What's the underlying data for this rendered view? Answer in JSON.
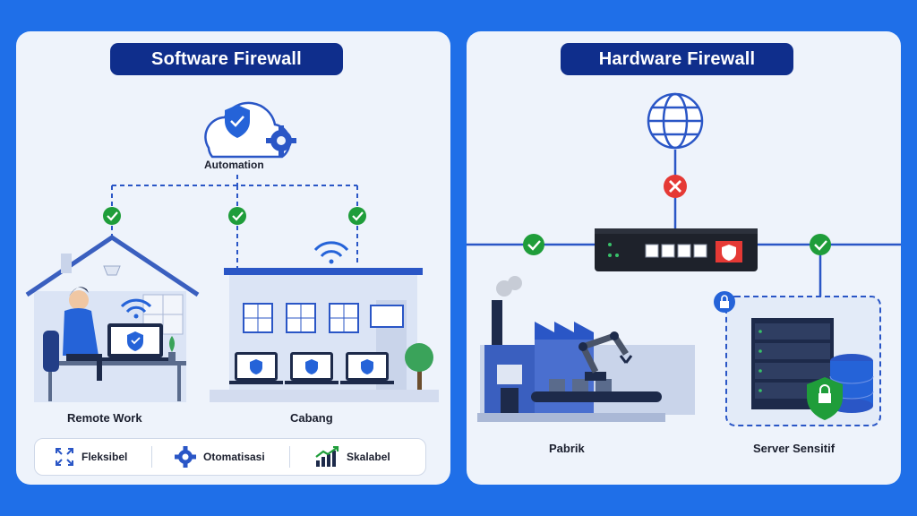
{
  "software": {
    "title": "Software Firewall",
    "automation_label": "Automation",
    "remote_label": "Remote Work",
    "branch_label": "Cabang",
    "features": [
      {
        "icon": "expand-arrows-icon",
        "label": "Fleksibel"
      },
      {
        "icon": "gear-icon",
        "label": "Otomatisasi"
      },
      {
        "icon": "growth-chart-icon",
        "label": "Skalabel"
      }
    ]
  },
  "hardware": {
    "title": "Hardware Firewall",
    "factory_label": "Pabrik",
    "server_label": "Server Sensitif"
  },
  "colors": {
    "background": "#1f6fe8",
    "panel": "#eef3fb",
    "title_pill": "#0f2e8c",
    "accent_blue": "#2563d8",
    "check_green": "#1f9d3a",
    "block_red": "#e53935"
  }
}
